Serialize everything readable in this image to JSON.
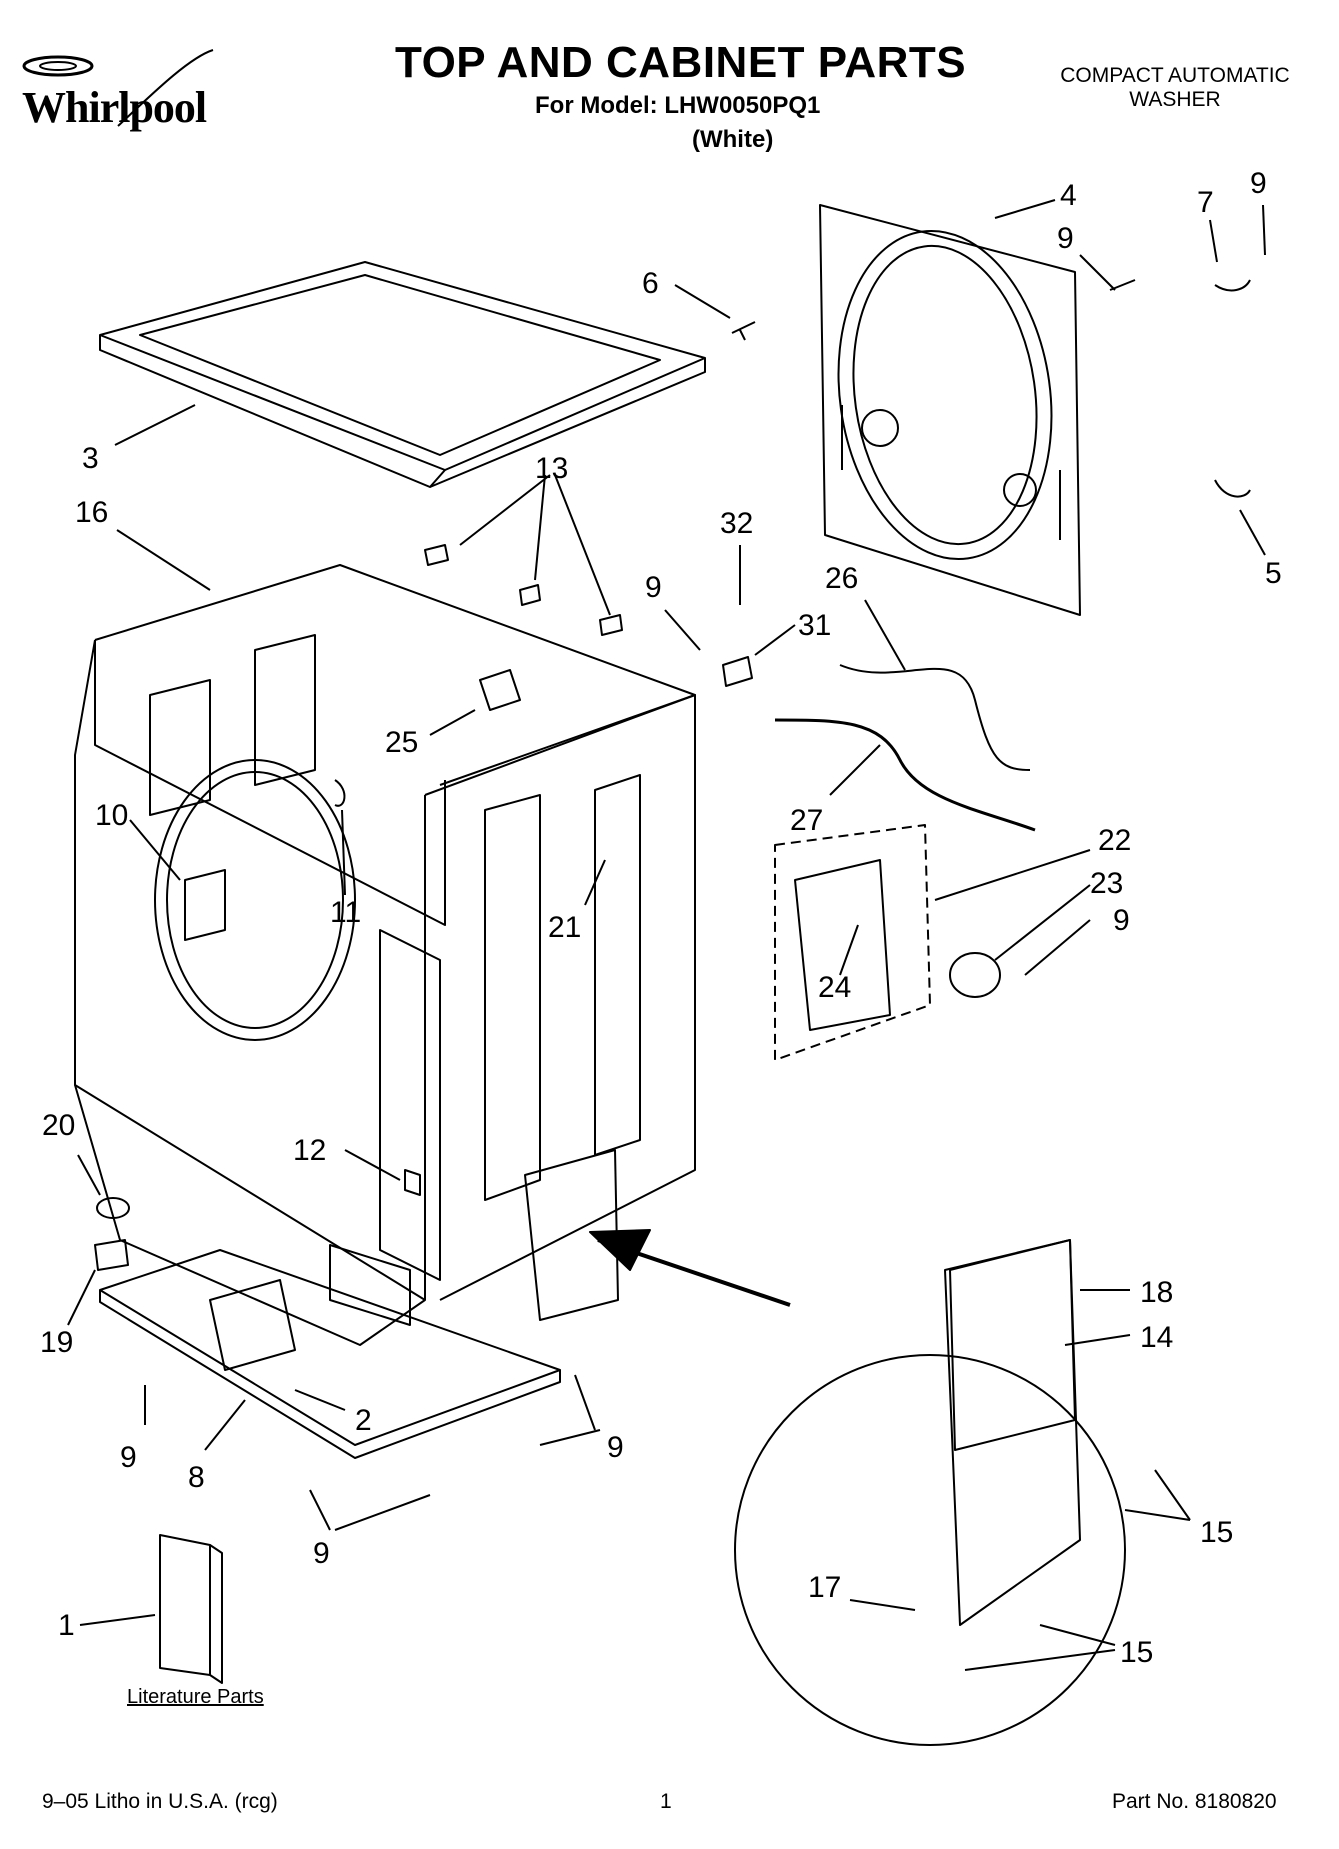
{
  "header": {
    "brand": "Whirlpool",
    "title": "TOP AND CABINET PARTS",
    "model_line": "For Model: LHW0050PQ1",
    "variant": "(White)",
    "product_line1": "COMPACT AUTOMATIC",
    "product_line2": "WASHER"
  },
  "callouts": {
    "c1": "1",
    "c2": "2",
    "c3": "3",
    "c4": "4",
    "c5": "5",
    "c6": "6",
    "c7": "7",
    "c8": "8",
    "c9": "9",
    "c10": "10",
    "c11": "11",
    "c12": "12",
    "c13": "13",
    "c14": "14",
    "c15": "15",
    "c16": "16",
    "c17": "17",
    "c18": "18",
    "c19": "19",
    "c20": "20",
    "c21": "21",
    "c22": "22",
    "c23": "23",
    "c24": "24",
    "c25": "25",
    "c26": "26",
    "c27": "27",
    "c31": "31",
    "c32": "32"
  },
  "literature_label": "Literature Parts",
  "footer": {
    "print_info": "9–05 Litho in U.S.A. (rcg)",
    "page": "1",
    "part_number": "Part No. 8180820"
  }
}
